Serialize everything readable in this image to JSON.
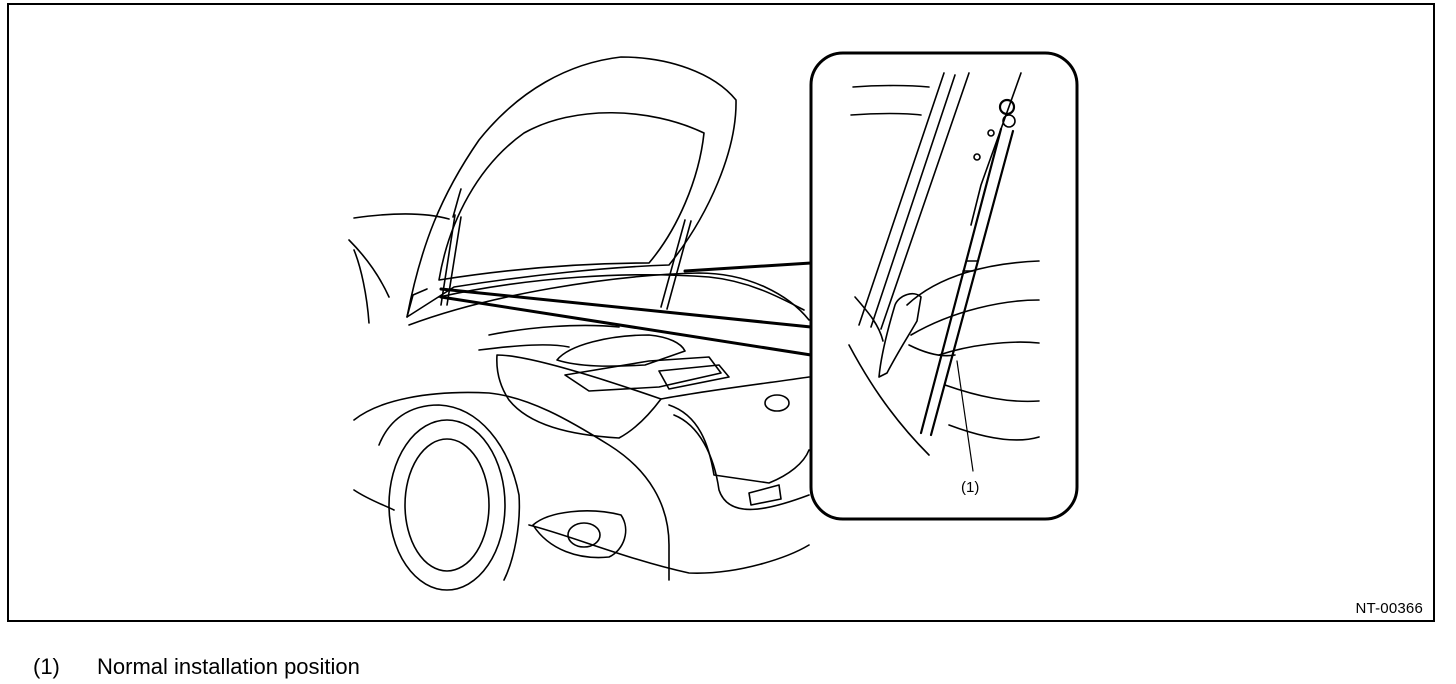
{
  "figure": {
    "id": "NT-00366",
    "callout": "(1)"
  },
  "legend": [
    {
      "number": "(1)",
      "text": "Normal installation position"
    }
  ]
}
